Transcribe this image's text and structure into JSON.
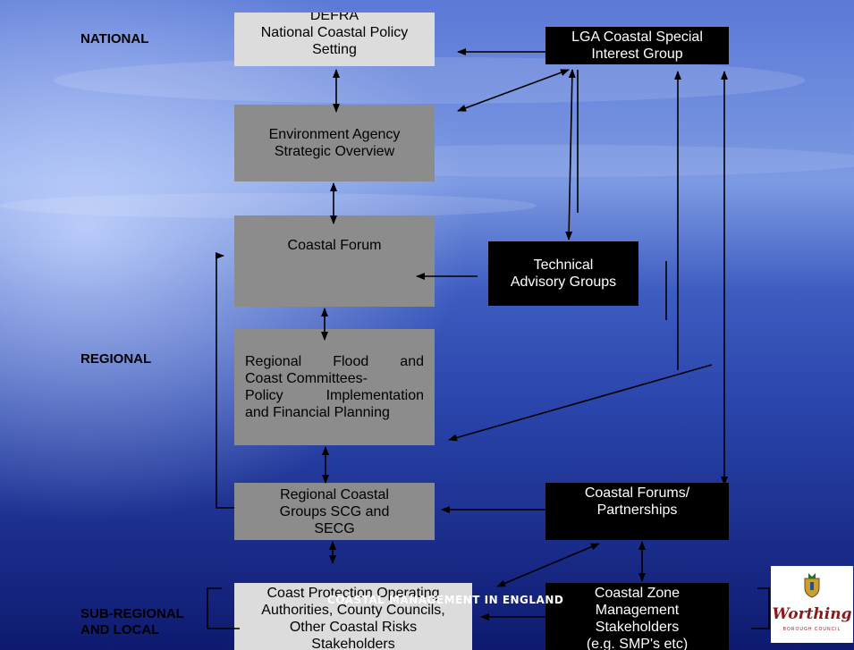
{
  "levels": {
    "national": "NATIONAL",
    "regional": "REGIONAL",
    "subregional_line1": "SUB-REGIONAL",
    "subregional_line2": "AND LOCAL"
  },
  "boxes": {
    "defra": [
      "DEFRA",
      "National Coastal Policy",
      "Setting"
    ],
    "lga": [
      "LGA Coastal Special",
      "Interest Group"
    ],
    "ea": [
      "Environment Agency",
      "Strategic Overview"
    ],
    "forum": [
      "Coastal Forum"
    ],
    "tag": [
      "Technical",
      "Advisory Groups"
    ],
    "rfcc": [
      "Regional Flood and",
      "Coast Committees-",
      "Policy Implementation",
      "and Financial Planning"
    ],
    "rcg": [
      "Regional Coastal",
      "Groups SCG and",
      "SECG"
    ],
    "cfp": [
      "Coastal Forums/",
      "Partnerships"
    ],
    "cpoa": [
      "Coast Protection Operating",
      "Authorities, County Councils,",
      "Other Coastal Risks",
      "Stakeholders"
    ],
    "czm": [
      "Coastal Zone",
      "Management",
      "Stakeholders",
      "(e.g. SMP's etc)"
    ]
  },
  "footer": "COASTAL MANAGEMENT IN ENGLAND",
  "logo": {
    "word": "Worthing",
    "sub": "BOROUGH COUNCIL"
  },
  "colors": {
    "sky": "#3a5fc4",
    "sea": "#12207a",
    "light_box": "#dcdcdc",
    "grey_box": "#8c8c8c",
    "dark_box": "#000000"
  }
}
